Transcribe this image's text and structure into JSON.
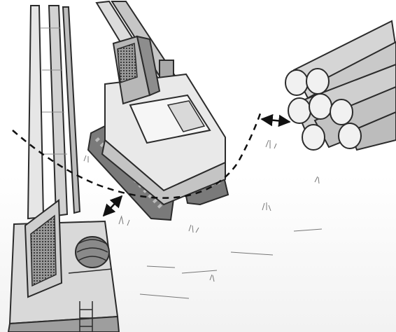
{
  "illustration": {
    "style": "grayscale pencil sketch",
    "elements": [
      "yarder-tower",
      "excavator-on-tracks",
      "log-pile",
      "swing-radius-line",
      "clearance-arrows",
      "ground-grass"
    ],
    "colors": {
      "ink": "#2b2b2b",
      "light_shade": "#e2e2e2",
      "mid_shade": "#bdbdbd",
      "dark_shade": "#6a6a6a",
      "log_end": "#f1f1f1",
      "background": "#ffffff"
    }
  }
}
